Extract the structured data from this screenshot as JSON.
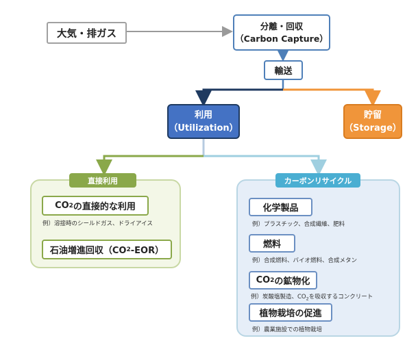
{
  "source": {
    "label": "大気・排ガス"
  },
  "capture": {
    "line1": "分離・回収",
    "line2": "（Carbon Capture）"
  },
  "transport": {
    "label": "輸送"
  },
  "utilization": {
    "line1": "利用",
    "line2": "（Utilization）"
  },
  "storage": {
    "line1": "貯留",
    "line2": "（Storage）"
  },
  "direct": {
    "header": "直接利用",
    "item1": {
      "pre": "CO",
      "sub": "2",
      "post": "の直接的な利用",
      "note": "例）溶接時のシールドガス、ドライアイス"
    },
    "item2": {
      "pre": "石油増進回収（CO",
      "sub": "2",
      "post": "-EOR）"
    }
  },
  "recycle": {
    "header": "カーボンリサイクル",
    "item1": {
      "label": "化学製品",
      "note": "例）プラスチック、合成繊維、肥料"
    },
    "item2": {
      "label": "燃料",
      "note": "例）合成燃料、バイオ燃料、合成メタン"
    },
    "item3": {
      "pre": "CO",
      "sub": "2",
      "post": "の鉱物化",
      "note_pre": "例）炭酸塩製造、CO",
      "note_sub": "2",
      "note_post": "を吸収するコンクリート"
    },
    "item4": {
      "label": "植物栽培の促進",
      "note": "例）農業施設での植物栽培"
    }
  },
  "colors": {
    "blue_border": "#4e7fb8",
    "blue_fill": "#4472c4",
    "orange": "#f0953a",
    "green": "#8aa84a",
    "light_blue": "#9fcfe0",
    "gray_border": "#a0a0a0"
  }
}
